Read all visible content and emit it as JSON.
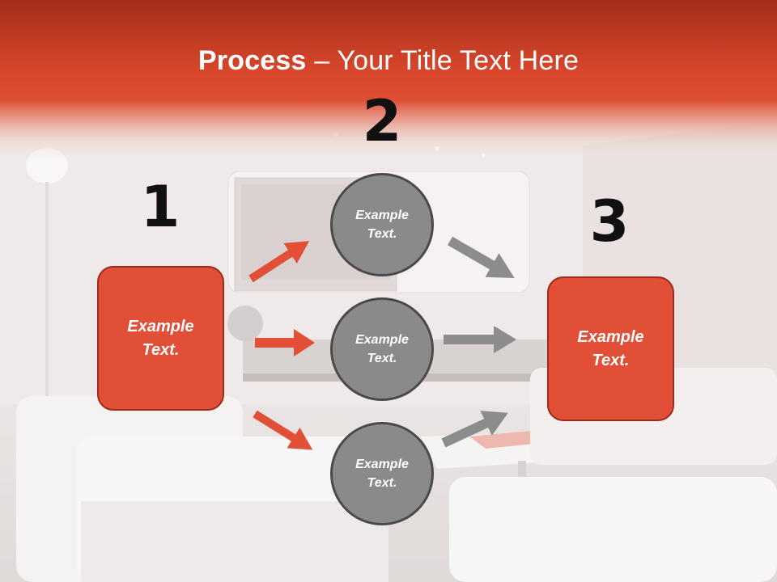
{
  "slide": {
    "title_bold": "Process",
    "title_rest": " – Your Title Text Here"
  },
  "steps": [
    {
      "number": "1",
      "text": "Example\nText."
    },
    {
      "number": "2"
    },
    {
      "number": "3",
      "text": "Example\nText."
    }
  ],
  "circles": [
    {
      "text": "Example\nText."
    },
    {
      "text": "Example\nText."
    },
    {
      "text": "Example\nText."
    }
  ],
  "colors": {
    "header_red": "#d9472c",
    "box_red": "#e04f36",
    "circle_gray": "#8a8a8a",
    "arrow_red": "#e04f36",
    "arrow_gray": "#8c8c8c"
  }
}
